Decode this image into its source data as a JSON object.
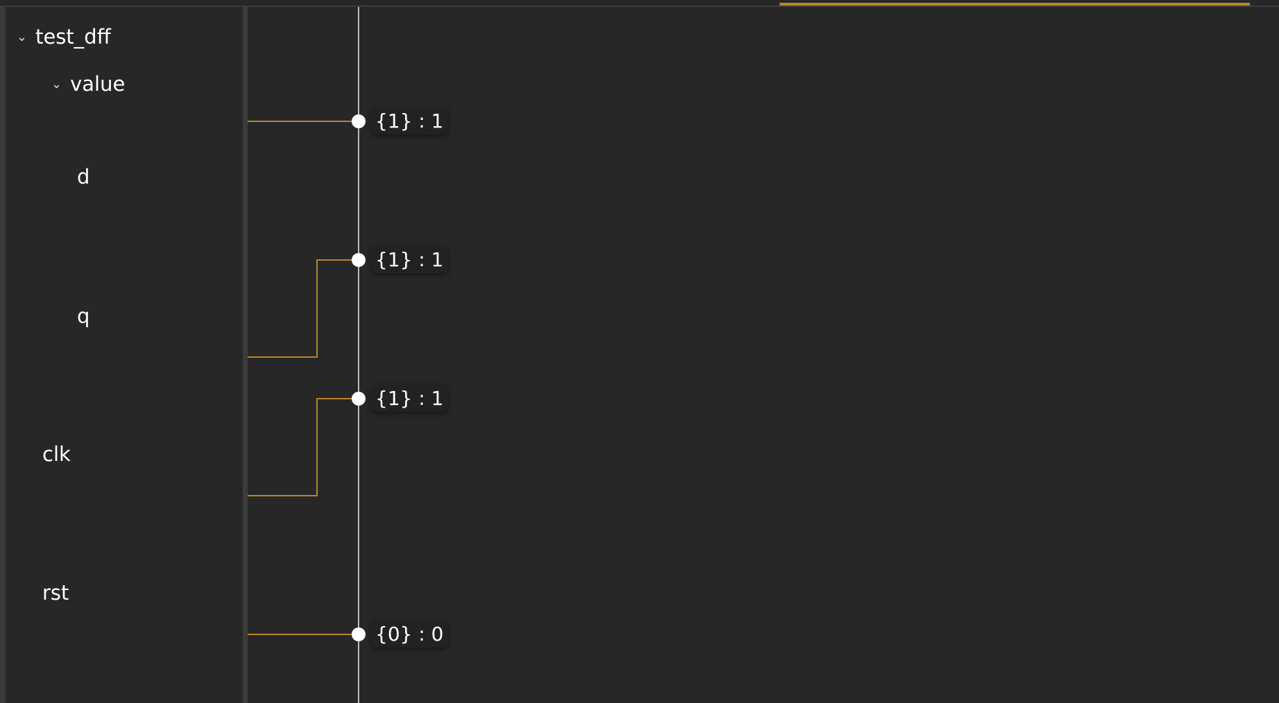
{
  "tree": {
    "root": "test_dff",
    "group": "value",
    "signals": [
      "d",
      "q",
      "clk",
      "rst"
    ]
  },
  "values": [
    {
      "signal": "d",
      "label": "{1} : 1",
      "value": 1,
      "prev": 1
    },
    {
      "signal": "q",
      "label": "{1} : 1",
      "value": 1,
      "prev": 0
    },
    {
      "signal": "clk",
      "label": "{1} : 1",
      "value": 1,
      "prev": 0
    },
    {
      "signal": "rst",
      "label": "{0} : 0",
      "value": 0,
      "prev": 0
    }
  ],
  "colors": {
    "background": "#272727",
    "wave": "#b8862b",
    "cursor": "#bbbbbb",
    "progress": "#b8862b"
  }
}
